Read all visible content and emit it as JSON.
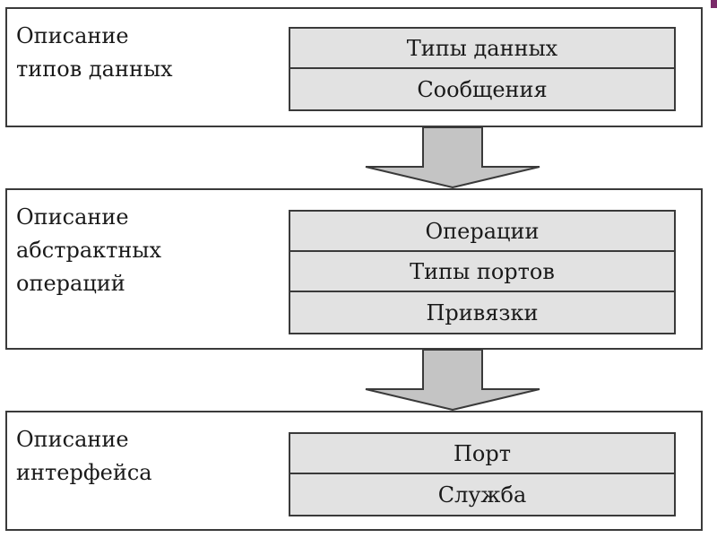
{
  "colors": {
    "panel_fill": "#e2e2e2",
    "border": "#3a3a3a",
    "arrow_fill": "#c4c4c4",
    "corner_accent": "#7a2a6a"
  },
  "sections": [
    {
      "title": "Описание\nтипов данных",
      "items": [
        "Типы данных",
        "Сообщения"
      ]
    },
    {
      "title": "Описание\nабстрактных\nопераций",
      "items": [
        "Операции",
        "Типы портов",
        "Привязки"
      ]
    },
    {
      "title": "Описание\nинтерфейса",
      "items": [
        "Порт",
        "Служба"
      ]
    }
  ]
}
